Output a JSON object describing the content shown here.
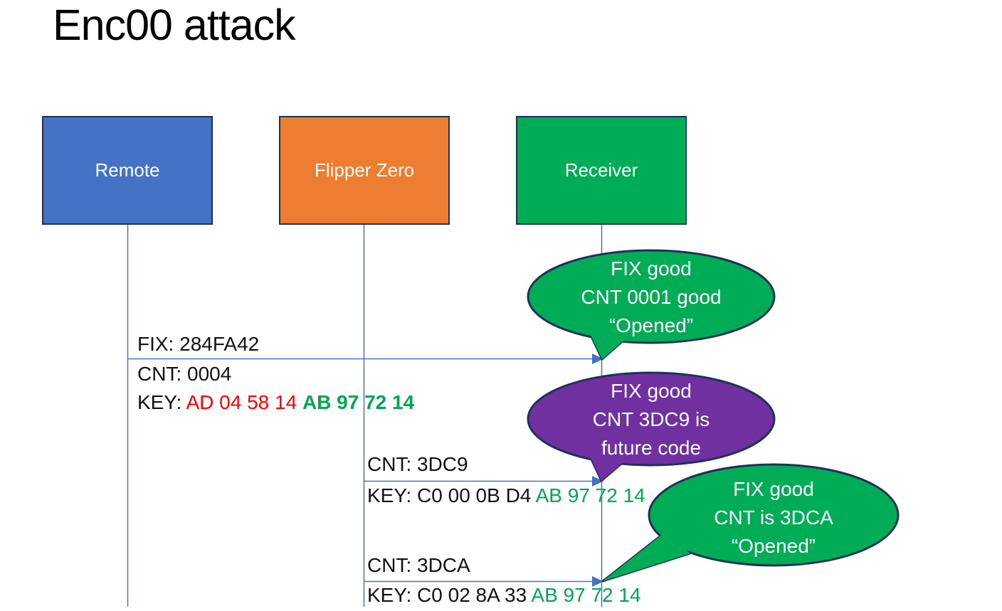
{
  "title": "Enc00 attack",
  "colors": {
    "blue": "#4472C4",
    "orange": "#ED7D31",
    "green": "#00AC55",
    "purple": "#7030A0",
    "outline": "#1E3158",
    "line_blue": "#4472C4",
    "key_red": "#FF0000",
    "key_green": "#00A651",
    "text_black": "#111111"
  },
  "actors": [
    {
      "label": "Remote"
    },
    {
      "label": "Flipper Zero"
    },
    {
      "label": "Receiver"
    }
  ],
  "messages": [
    {
      "fix": "FIX: 284FA42",
      "cnt": "CNT: 0004",
      "key_label": "KEY: ",
      "key_red": "AD 04 58 14 ",
      "key_green": "AB 97 72 14"
    },
    {
      "cnt": "CNT: 3DC9",
      "key_label": "KEY: ",
      "key_black": "C0 00 0B D4 ",
      "key_green": "AB 97 72 14"
    },
    {
      "cnt": "CNT: 3DCA",
      "key_label": "KEY: ",
      "key_black": "C0 02 8A 33 ",
      "key_green": "AB 97 72 14"
    }
  ],
  "callouts": [
    {
      "lines": [
        "FIX good",
        "CNT 0001 good",
        "“Opened”"
      ]
    },
    {
      "lines": [
        "FIX good",
        "CNT 3DC9 is",
        "future code"
      ]
    },
    {
      "lines": [
        "FIX good",
        "CNT is 3DCA",
        "“Opened”"
      ]
    }
  ]
}
